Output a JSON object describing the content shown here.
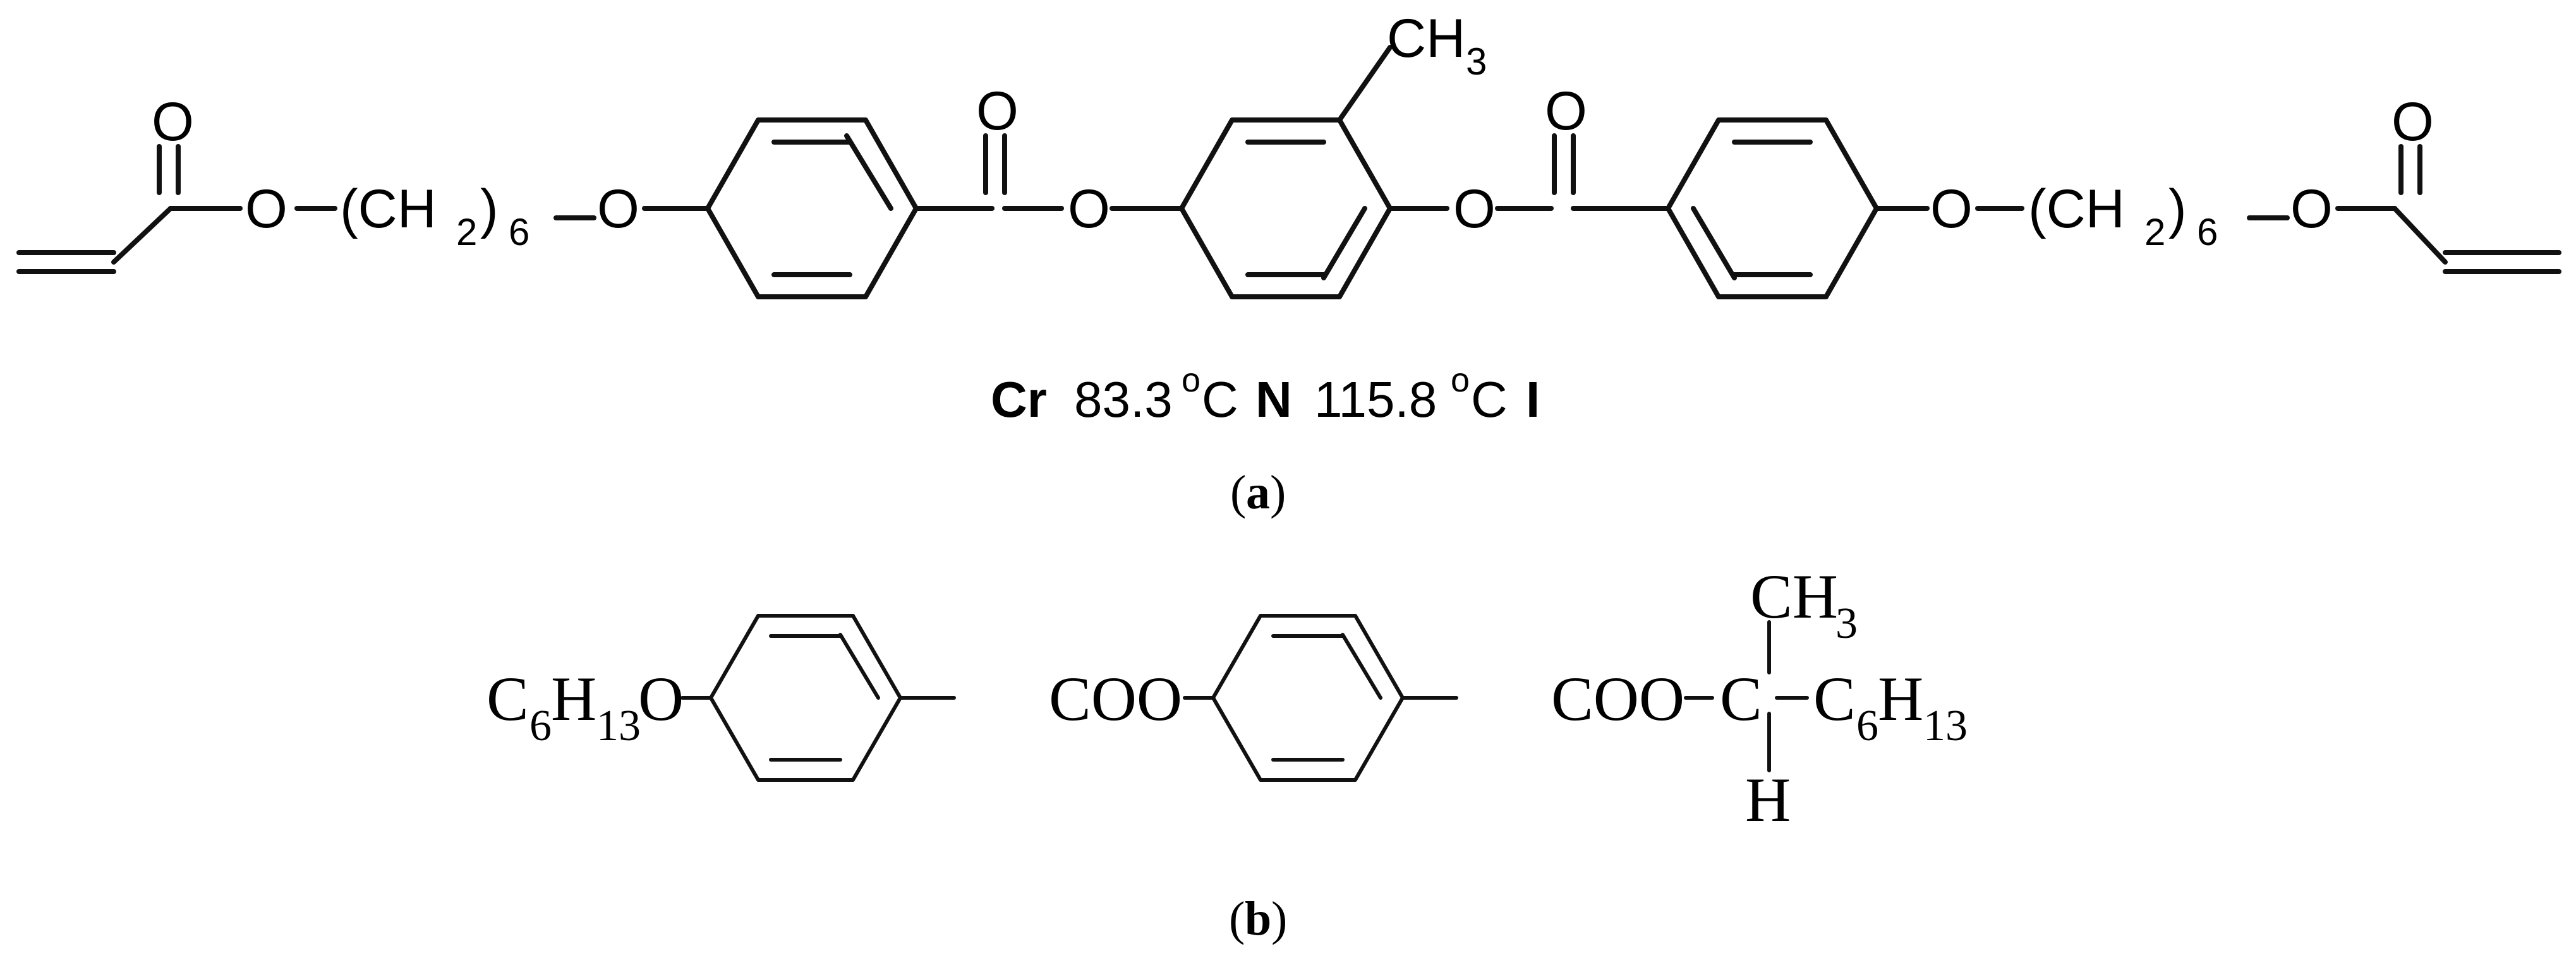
{
  "figure_a": {
    "atom_o": "O",
    "group_ch2": "(CH",
    "sub_2": "2",
    "close_paren": ")",
    "sub_6": "6",
    "group_ch3": "CH",
    "sub_3": "3",
    "phase_cr": "Cr",
    "temp_cr_n": "83.3",
    "degree": "o",
    "unit_c": "C",
    "phase_n": "N",
    "temp_n_i": "115.8",
    "phase_i": "I",
    "label_open": "(",
    "label_letter": "a",
    "label_close": ")"
  },
  "figure_b": {
    "left_c": "C",
    "sub_6": "6",
    "left_h": "H",
    "sub_13": "13",
    "left_o": "O",
    "ester_1": "COO",
    "ester_2": "COO",
    "chiral_c": "C",
    "right_c": "C",
    "right_h": "H",
    "ch3_c": "CH",
    "sub_3": "3",
    "h_atom": "H",
    "label_open": "(",
    "label_letter": "b",
    "label_close": ")"
  }
}
